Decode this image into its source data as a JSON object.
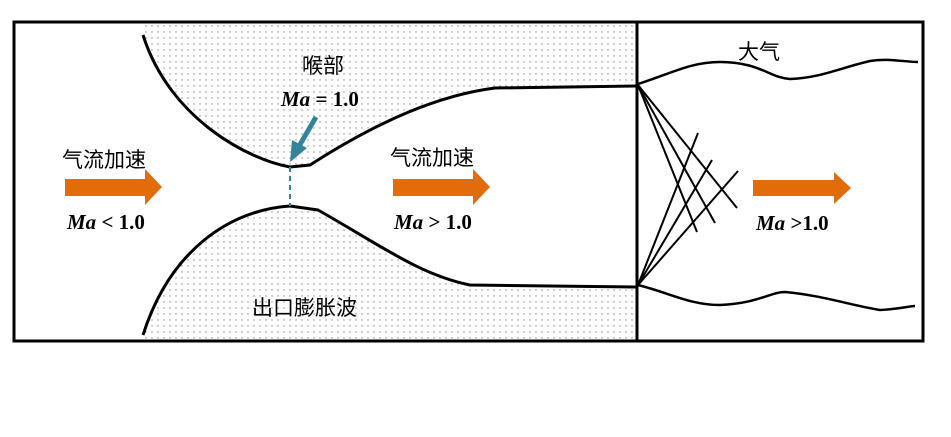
{
  "labels": {
    "throat": "喉部",
    "throat_ma_var": "Ma",
    "throat_ma_rel": " = 1.0",
    "accel_left": "气流加速",
    "accel_right": "气流加速",
    "left_ma_var": "Ma",
    "left_ma_rel": " < 1.0",
    "right_ma_var": "Ma",
    "right_ma_rel": " > 1.0",
    "exit_ma_var": "Ma",
    "exit_ma_rel": " >1.0",
    "exit_wave": "出口膨胀波",
    "atmosphere": "大气"
  },
  "colors": {
    "arrow": "#E36C0A",
    "throat_marker": "#31849B",
    "line": "#000000"
  }
}
